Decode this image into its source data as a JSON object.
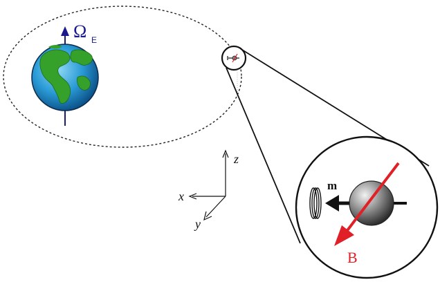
{
  "labels": {
    "omega_symbol": "Ω",
    "omega_subscript": "E",
    "axis_x": "x",
    "axis_y": "y",
    "axis_z": "z",
    "magnetic_moment": "m",
    "magnetic_field": "B"
  },
  "colors": {
    "omega_label": "#1b1a8c",
    "rotation_axis": "#1a1a6e",
    "ocean": "#2a9bd6",
    "land": "#35a02a",
    "field_red": "#e01f26",
    "moment_black": "#111111",
    "orbit_line": "#222222"
  },
  "icons": {
    "earth": "earth-globe-icon",
    "satellite": "satellite-sphere-icon",
    "sensor": "coil-sensor-icon"
  }
}
